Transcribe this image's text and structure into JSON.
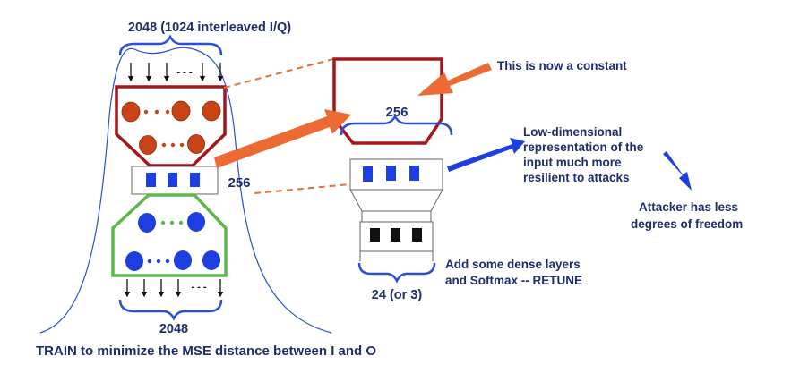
{
  "labels": {
    "input_size": "2048 (1024 interleaved I/Q)",
    "output_size": "2048",
    "latent_left": "256",
    "latent_right": "256",
    "class_count": "24 (or 3)",
    "dots_top": "- - -",
    "dots_bottom": "- - -",
    "constant_note": "This is now a constant",
    "lowdim_line1": "Low-dimensional",
    "lowdim_line2": "representation of the",
    "lowdim_line3": "input much more",
    "lowdim_line4": "resilient to attacks",
    "attacker_line1": "Attacker has less",
    "attacker_line2": "degrees of freedom",
    "dense_line1": "Add  some dense layers",
    "dense_line2": "and Softmax -- RETUNE",
    "train_caption": "TRAIN to minimize the MSE distance between I and O"
  },
  "colors": {
    "text": "#1f2d6b",
    "encoder_border": "#a3171b",
    "encoder_node": "#c84316",
    "decoder_border": "#5cb84a",
    "decoder_node": "#1d3fe0",
    "dense_node": "#111111",
    "orange_arrow": "#ec6a33",
    "blue_arrow": "#1d3fe0",
    "brace": "#2b4fd6"
  }
}
